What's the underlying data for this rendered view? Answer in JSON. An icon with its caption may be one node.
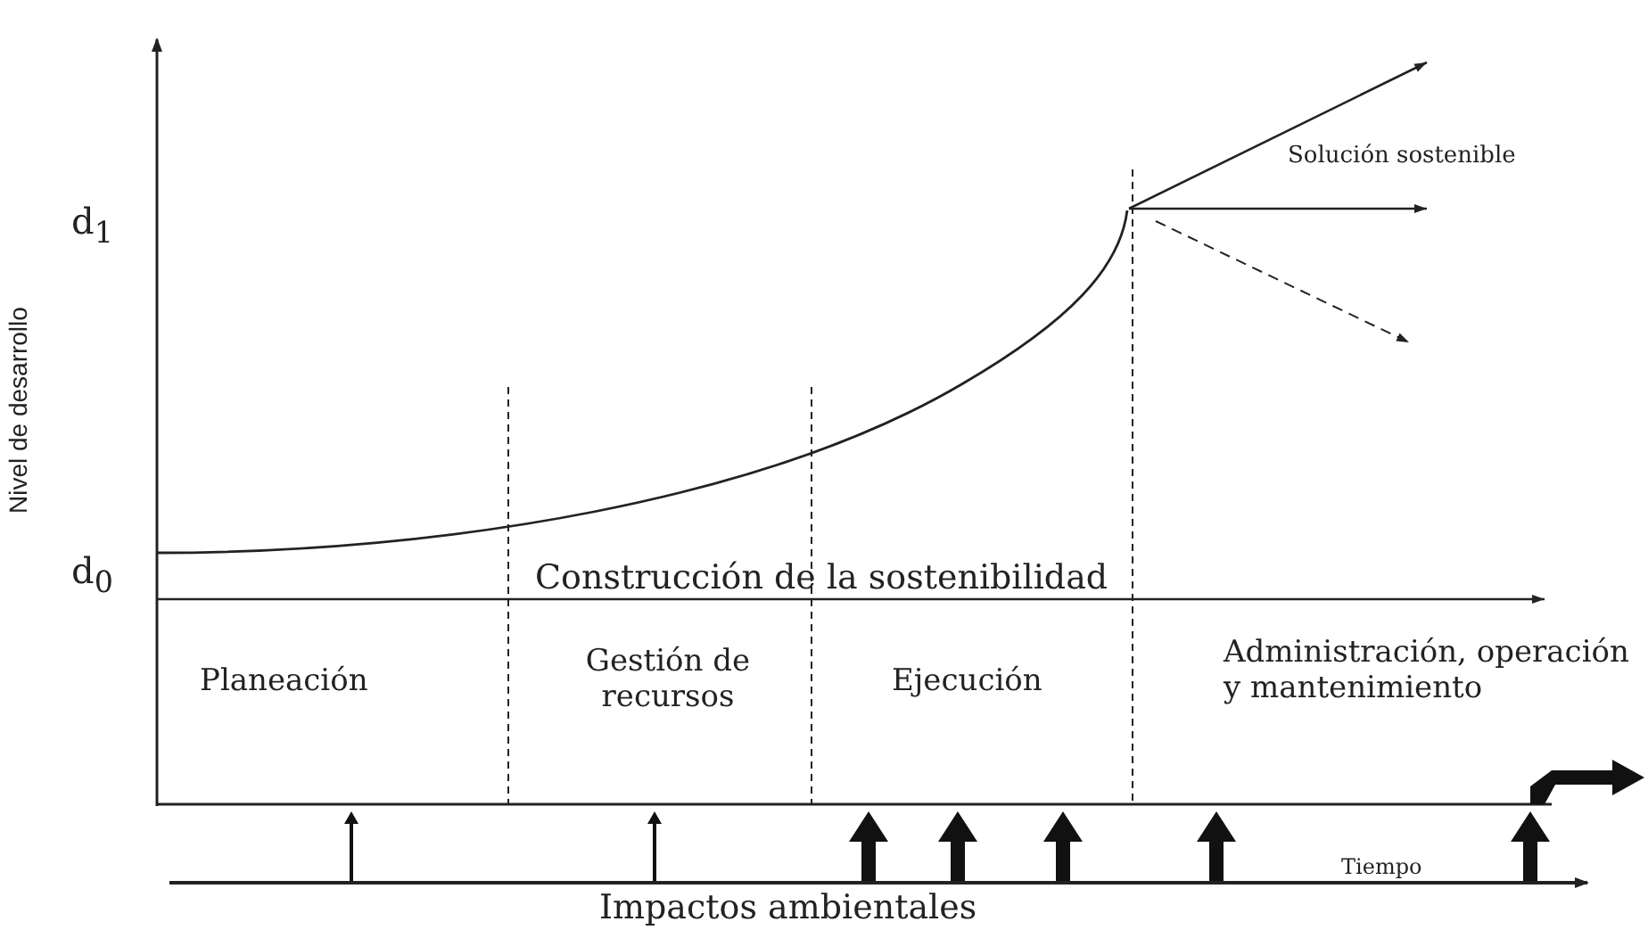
{
  "diagram": {
    "labels": [
      "Nivel de desarrollo",
      "d$_{1}$",
      "Solución sostenible",
      "d$_{0}$",
      "Construcción de la sostenibilidad",
      "Planeación",
      "Gestión de recursos",
      "Ejecución",
      "Administración, operación y mantenimiento",
      "Tiempo",
      "Impactos ambientales"
    ]
  }
}
